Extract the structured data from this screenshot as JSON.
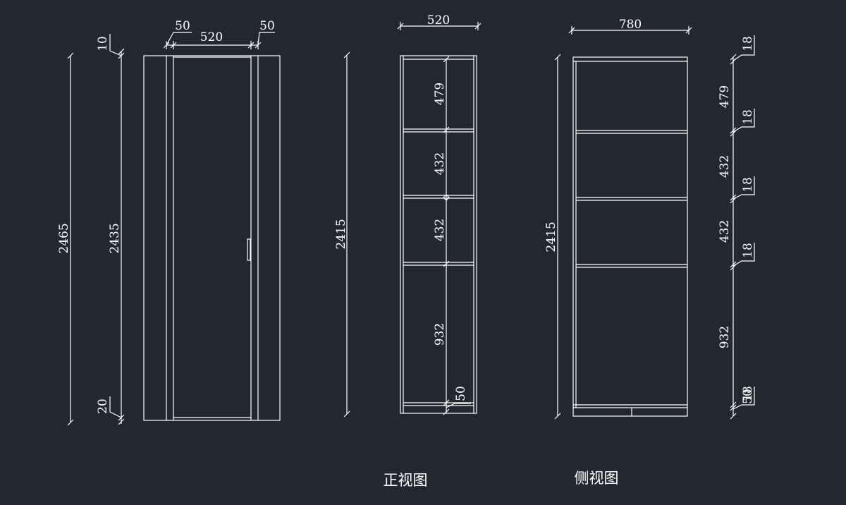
{
  "colors": {
    "background": "#212830",
    "line": "#ffffff",
    "text": "#ffffff"
  },
  "door_view": {
    "width_left_margin": "50",
    "width_door": "520",
    "width_right_margin": "50",
    "top_gap": "10",
    "bottom_gap": "20",
    "total_height": "2465",
    "door_height": "2435"
  },
  "front_view": {
    "width": "520",
    "total_height": "2415",
    "shelf_1": "479",
    "shelf_2": "432",
    "shelf_3": "432",
    "shelf_4": "932",
    "plinth": "50",
    "caption": "正视图"
  },
  "side_view": {
    "depth": "780",
    "total_height": "2415",
    "panel_top": "18",
    "shelf_1": "479",
    "panel_2": "18",
    "shelf_2": "432",
    "panel_3": "18",
    "shelf_3": "432",
    "panel_4": "18",
    "shelf_4": "932",
    "plinth_a": "50",
    "plinth_b": "18",
    "caption": "侧视图"
  }
}
